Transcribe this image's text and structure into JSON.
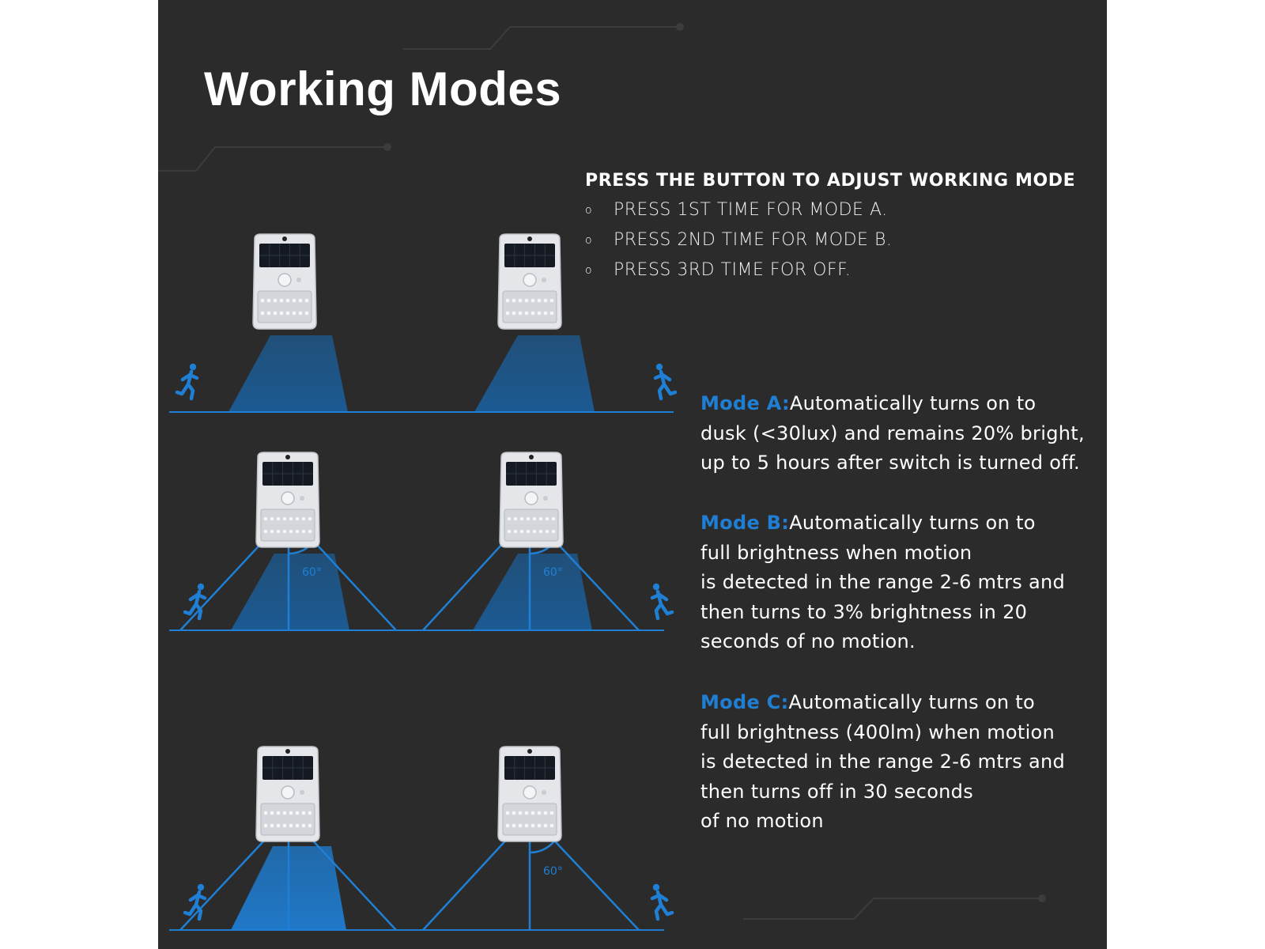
{
  "title": "Working Modes",
  "instructions": {
    "heading": "PRESS THE BUTTON TO ADJUST WORKING MODE",
    "bullet_symbol": "o",
    "items": [
      "PRESS 1ST TIME FOR MODE A.",
      "PRESS 2ND TIME FOR MODE B.",
      "PRESS 3RD TIME FOR OFF."
    ]
  },
  "modes": [
    {
      "label": "Mode A:",
      "lines": [
        "Automatically turns on to",
        "dusk (<30lux)  and remains 20% bright,",
        "up to 5 hours after switch is turned off."
      ]
    },
    {
      "label": "Mode B:",
      "lines": [
        "Automatically turns on to",
        "full brightness when motion",
        "is detected in the range 2-6 mtrs and",
        "then turns to 3% brightness in 20",
        "seconds of no motion."
      ]
    },
    {
      "label": "Mode C:",
      "lines": [
        "Automatically turns on to",
        "full brightness (400lm) when motion",
        "is detected in the range 2-6 mtrs and",
        "then turns off  in 30 seconds",
        "of no motion"
      ]
    }
  ],
  "angle_label": "60°",
  "colors": {
    "background": "#2b2b2b",
    "accent_blue": "#1f7fd4",
    "text": "#ffffff"
  }
}
